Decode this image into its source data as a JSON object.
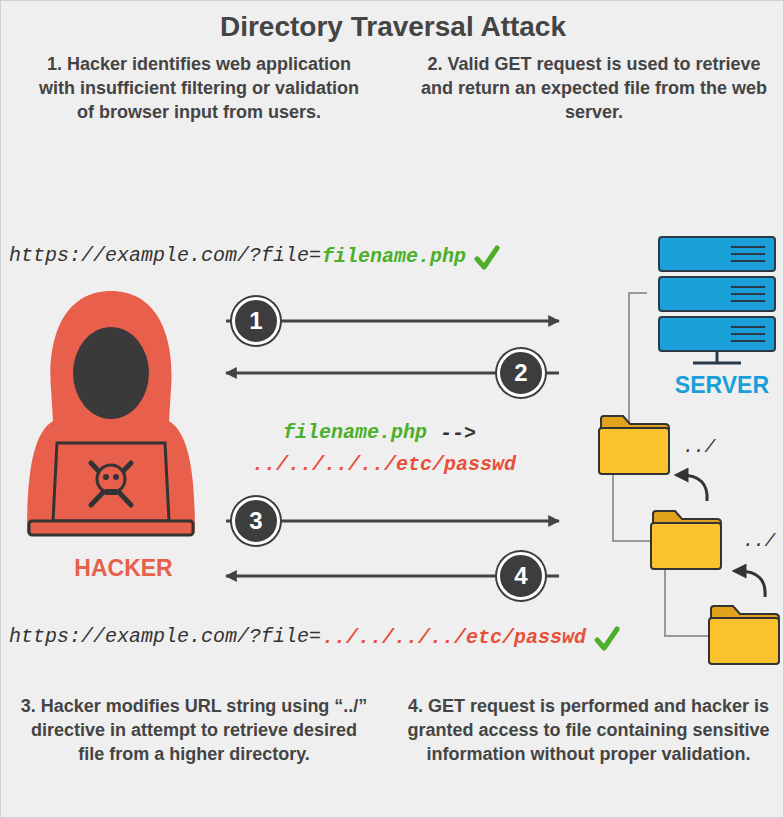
{
  "diagram": {
    "title": "Directory Traversal Attack",
    "nodes": [
      {
        "text": [
          "HACKER"
        ]
      },
      {
        "text": [
          "SERVER"
        ]
      }
    ],
    "edges": [
      {
        "from": 0,
        "to": 1,
        "arrow": "to",
        "label": "1"
      },
      {
        "from": 1,
        "to": 0,
        "arrow": "to",
        "label": "2"
      },
      {
        "from": 0,
        "to": 1,
        "arrow": "to",
        "label": "3"
      },
      {
        "from": 1,
        "to": 0,
        "arrow": "to",
        "label": "4"
      }
    ],
    "labels": [
      "1. Hacker identifies web application with insufficient filtering or validation of browser input from users.",
      "2. Valid GET request is used to retrieve and return an expected file from the web server.",
      "https://example.com/?file=",
      "filename.php",
      "filename.php",
      "-->",
      "../../../../etc/passwd",
      "../",
      "../",
      "https://example.com/?file=",
      "../../../../etc/passwd",
      "3. Hacker modifies URL string using “../” directive in attempt to retrieve desired file from a higher directory.",
      "4. GET request is performed and hacker is granted access to file containing sensitive information without proper validation."
    ]
  }
}
